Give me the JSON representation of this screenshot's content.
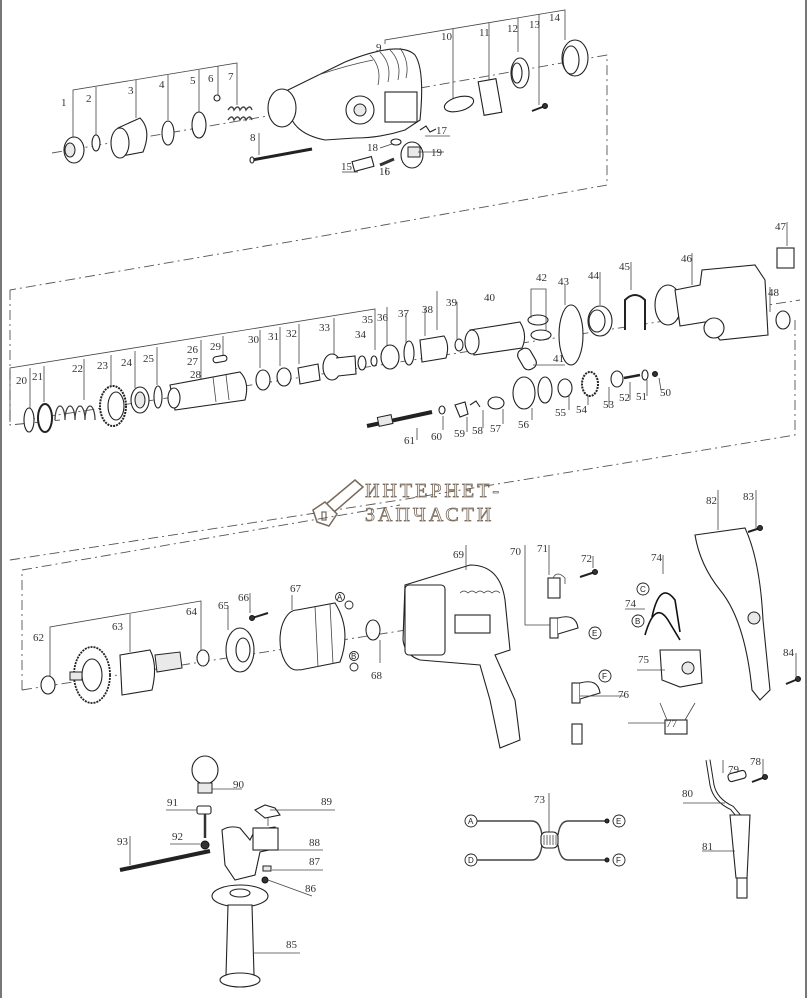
{
  "diagram": {
    "title": "Hammer drill exploded parts diagram",
    "watermark": {
      "line1": "ИНТЕРНЕТ-",
      "line2": "ЗАПЧАСТИ",
      "icon": "chainsaw-icon",
      "color": "#6b5a4a"
    },
    "groups": [
      {
        "name": "front-chuck-assembly",
        "parts": [
          "1",
          "2",
          "3",
          "4",
          "5",
          "6",
          "7",
          "8",
          "9",
          "10",
          "11",
          "12",
          "13",
          "14",
          "15",
          "16",
          "17",
          "18",
          "19"
        ]
      },
      {
        "name": "gear-piston-assembly",
        "parts": [
          "20",
          "21",
          "22",
          "23",
          "24",
          "25",
          "26",
          "27",
          "28",
          "29",
          "30",
          "31",
          "32",
          "33",
          "34",
          "35",
          "36",
          "37",
          "38",
          "39",
          "40",
          "41",
          "42",
          "43",
          "44",
          "45",
          "46",
          "47",
          "48",
          "50",
          "51",
          "52",
          "53",
          "54",
          "55",
          "56",
          "57",
          "58",
          "59",
          "60",
          "61"
        ]
      },
      {
        "name": "motor-housing-assembly",
        "parts": [
          "62",
          "63",
          "64",
          "65",
          "66",
          "67",
          "68",
          "69",
          "70",
          "71",
          "72",
          "74",
          "75",
          "76",
          "77",
          "82",
          "83",
          "84"
        ]
      },
      {
        "name": "wiring-assembly",
        "parts": [
          "73"
        ]
      },
      {
        "name": "power-cord-assembly",
        "parts": [
          "78",
          "79",
          "80",
          "81"
        ]
      },
      {
        "name": "side-handle-assembly",
        "parts": [
          "85",
          "86",
          "87",
          "88",
          "89",
          "90",
          "91",
          "92",
          "93"
        ]
      }
    ],
    "labels": {
      "p1": "1",
      "p2": "2",
      "p3": "3",
      "p4": "4",
      "p5": "5",
      "p6": "6",
      "p7": "7",
      "p8": "8",
      "p9": "9",
      "p10": "10",
      "p11": "11",
      "p12": "12",
      "p13": "13",
      "p14": "14",
      "p15": "15",
      "p16": "16",
      "p17": "17",
      "p18": "18",
      "p19": "19",
      "p20": "20",
      "p21": "21",
      "p22": "22",
      "p23": "23",
      "p24": "24",
      "p25": "25",
      "p26": "26",
      "p27": "27",
      "p28": "28",
      "p29": "29",
      "p30": "30",
      "p31": "31",
      "p32": "32",
      "p33": "33",
      "p34": "34",
      "p35": "35",
      "p36": "36",
      "p37": "37",
      "p38": "38",
      "p39": "39",
      "p40": "40",
      "p41": "41",
      "p42": "42",
      "p43": "43",
      "p44": "44",
      "p45": "45",
      "p46": "46",
      "p47": "47",
      "p48": "48",
      "p50": "50",
      "p51": "51",
      "p52": "52",
      "p53": "53",
      "p54": "54",
      "p55": "55",
      "p56": "56",
      "p57": "57",
      "p58": "58",
      "p59": "59",
      "p60": "60",
      "p61": "61",
      "p62": "62",
      "p63": "63",
      "p64": "64",
      "p65": "65",
      "p66": "66",
      "p67": "67",
      "p68": "68",
      "p69": "69",
      "p70": "70",
      "p71": "71",
      "p72": "72",
      "p73": "73",
      "p74a": "74",
      "p74b": "74",
      "p75": "75",
      "p76": "76",
      "p77": "77",
      "p78": "78",
      "p79": "79",
      "p80": "80",
      "p81": "81",
      "p82": "82",
      "p83": "83",
      "p84": "84",
      "p85": "85",
      "p86": "86",
      "p87": "87",
      "p88": "88",
      "p89": "89",
      "p90": "90",
      "p91": "91",
      "p92": "92",
      "p93": "93"
    },
    "markers": {
      "A": "A",
      "B": "B",
      "C": "C",
      "D": "D",
      "E": "E",
      "F": "F"
    }
  }
}
